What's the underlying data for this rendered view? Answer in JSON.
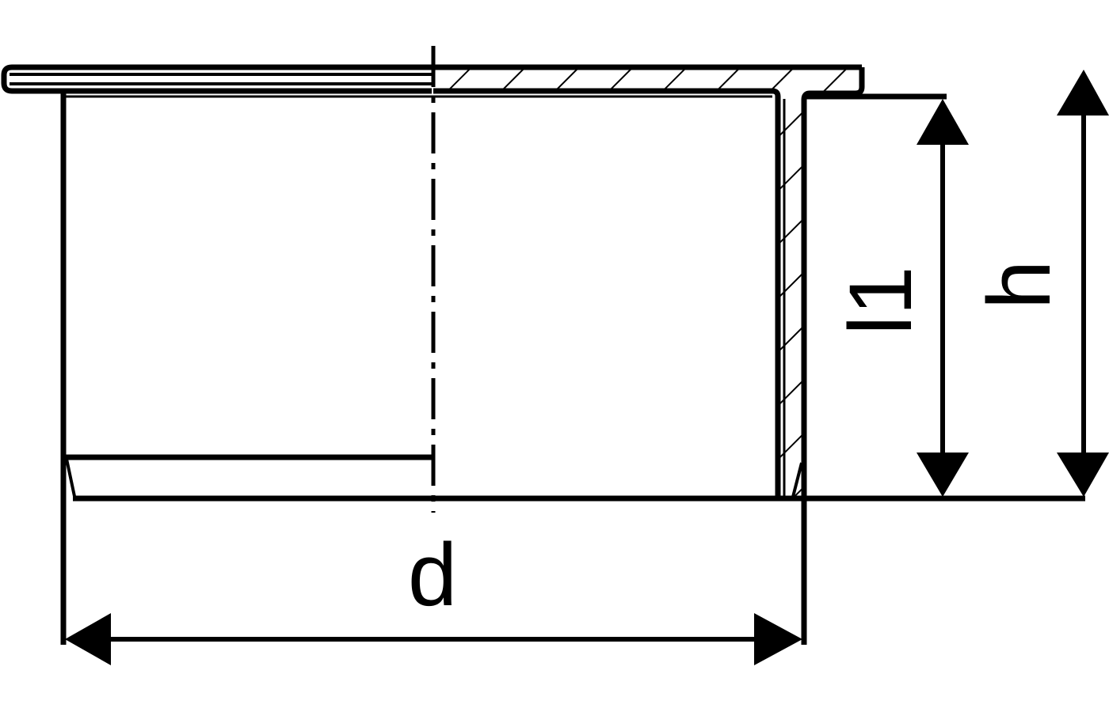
{
  "drawing": {
    "labels": {
      "diameter": "d",
      "length": "l1",
      "height": "h"
    },
    "line_color": "#000000",
    "background": "#ffffff"
  }
}
